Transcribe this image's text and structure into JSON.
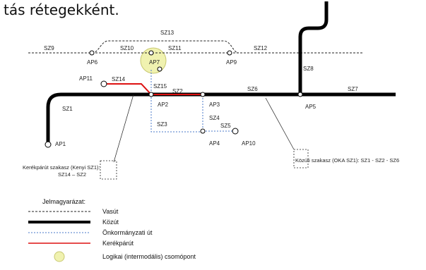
{
  "heading_fragment": "tás rétegekként.",
  "colors": {
    "rail": "#222222",
    "road": "#000000",
    "municipal": "#4a78c8",
    "bike": "#dd1111",
    "logical_fill": "#f0f2b0",
    "logical_stroke": "#c8c870"
  },
  "nodes": {
    "AP1": "AP1",
    "AP2": "AP2",
    "AP3": "AP3",
    "AP4": "AP4",
    "AP5": "AP5",
    "AP6": "AP6",
    "AP7": "AP7",
    "AP9": "AP9",
    "AP10": "AP10",
    "AP11": "AP11"
  },
  "segments": {
    "SZ1": "SZ1",
    "SZ2": "SZ2",
    "SZ3": "SZ3",
    "SZ4": "SZ4",
    "SZ5": "SZ5",
    "SZ6": "SZ6",
    "SZ7": "SZ7",
    "SZ8": "SZ8",
    "SZ9": "SZ9",
    "SZ10": "SZ10",
    "SZ11": "SZ11",
    "SZ12": "SZ12",
    "SZ13": "SZ13",
    "SZ14": "SZ14",
    "SZ15": "SZ15"
  },
  "callouts": {
    "bike_line1": "Kerékpárút szakasz (Kenyi SZ1):",
    "bike_line2": "SZ14 – SZ2",
    "road": "Közúti szakasz (OKA SZ1): SZ1 - SZ2 - SZ6"
  },
  "legend": {
    "title": "Jelmagyarázat:",
    "items": [
      {
        "key": "rail",
        "label": "Vasút"
      },
      {
        "key": "road",
        "label": "Közút"
      },
      {
        "key": "municipal",
        "label": "Önkormányzati út"
      },
      {
        "key": "bike",
        "label": "Kerékpárút"
      },
      {
        "key": "logical",
        "label": "Logikai (intermodális) csomópont"
      }
    ]
  }
}
